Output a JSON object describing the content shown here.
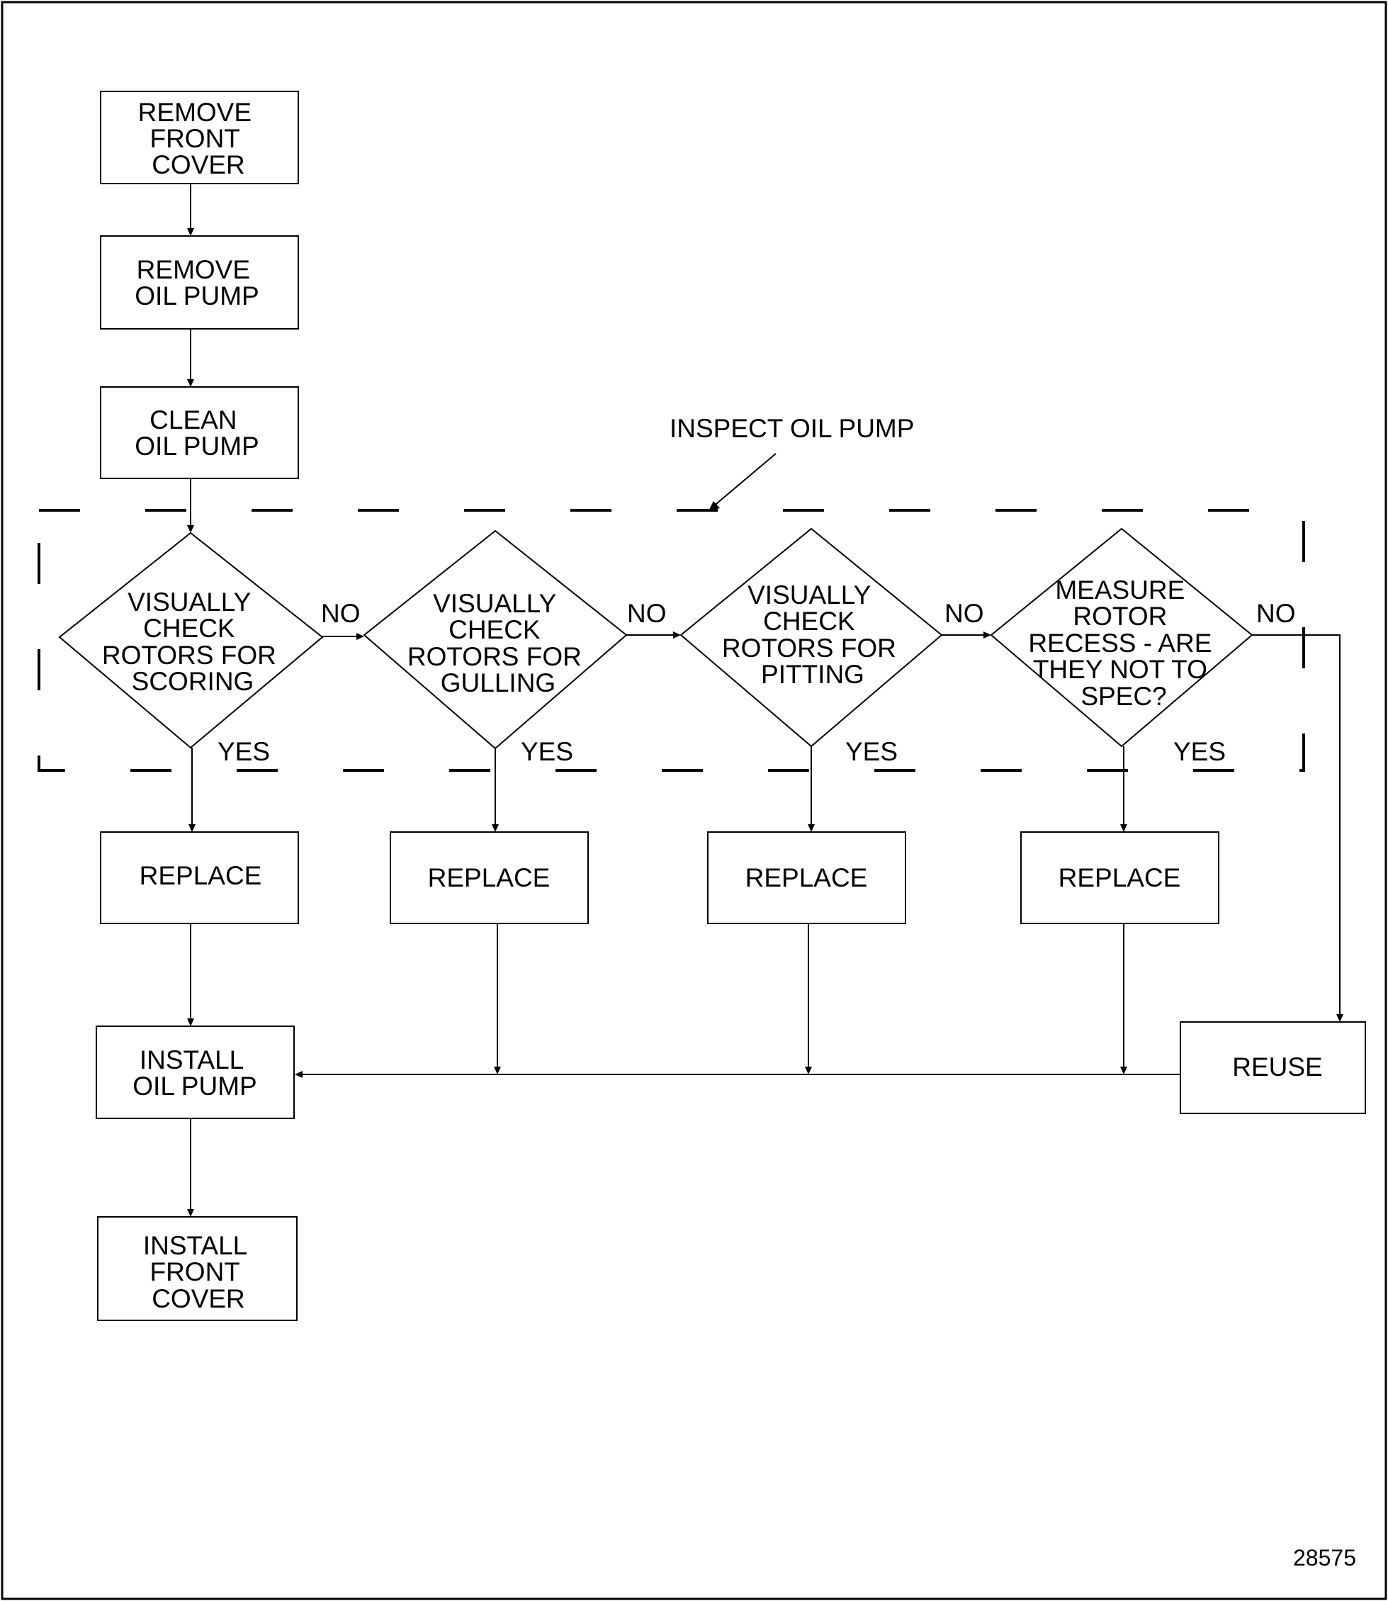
{
  "flowchart": {
    "remove_front_cover": [
      "REMOVE",
      "FRONT",
      "COVER"
    ],
    "remove_oil_pump": [
      "REMOVE",
      "OIL PUMP"
    ],
    "clean_oil_pump": [
      "CLEAN",
      "OIL PUMP"
    ],
    "inspect_group_label": "INSPECT OIL PUMP",
    "decision_scoring": [
      "VISUALLY",
      "CHECK",
      "ROTORS FOR",
      "SCORING"
    ],
    "decision_gulling": [
      "VISUALLY",
      "CHECK",
      "ROTORS FOR",
      "GULLING"
    ],
    "decision_pitting": [
      "VISUALLY",
      "CHECK",
      "ROTORS FOR",
      "PITTING"
    ],
    "decision_recess": [
      "MEASURE",
      "ROTOR",
      "RECESS - ARE",
      "THEY NOT TO",
      "SPEC?"
    ],
    "no_label": "NO",
    "yes_label": "YES",
    "replace_label": "REPLACE",
    "reuse_label": "REUSE",
    "install_oil_pump": [
      "INSTALL",
      "OIL PUMP"
    ],
    "install_front_cover": [
      "INSTALL",
      "FRONT",
      "COVER"
    ],
    "figure_number": "28575"
  }
}
